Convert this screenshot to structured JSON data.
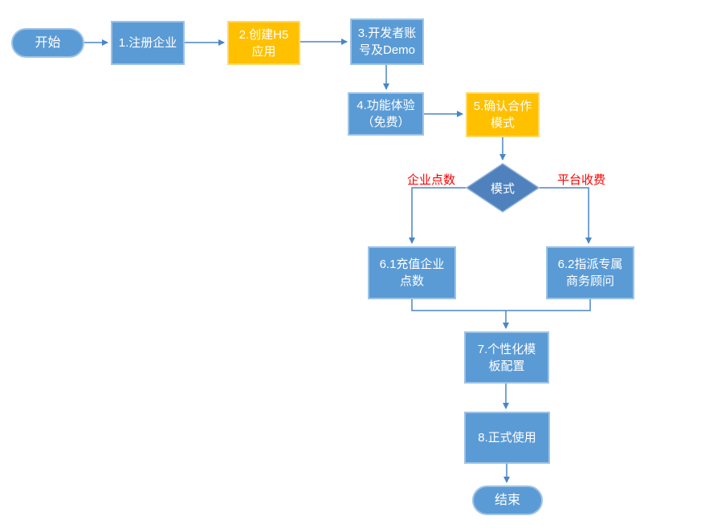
{
  "diagram": {
    "type": "flowchart",
    "nodes": {
      "start": {
        "label": "开始",
        "shape": "stadium",
        "fill": "#5B9BD5"
      },
      "step1": {
        "line1": "1.注册企业",
        "shape": "rect",
        "fill": "#5B9BD5"
      },
      "step2": {
        "line1": "2.创建H5",
        "line2": "应用",
        "shape": "rect",
        "fill": "#FFC000"
      },
      "step3": {
        "line1": "3.开发者账",
        "line2": "号及Demo",
        "shape": "rect",
        "fill": "#5B9BD5"
      },
      "step4": {
        "line1": "4.功能体验",
        "line2": "（免费）",
        "shape": "rect",
        "fill": "#5B9BD5"
      },
      "step5": {
        "line1": "5.确认合作",
        "line2": "模式",
        "shape": "rect",
        "fill": "#FFC000"
      },
      "decision": {
        "label": "模式",
        "shape": "diamond",
        "fill": "#4F81BD"
      },
      "step61": {
        "line1": "6.1充值企业",
        "line2": "点数",
        "shape": "rect",
        "fill": "#5B9BD5"
      },
      "step62": {
        "line1": "6.2指派专属",
        "line2": "商务顾问",
        "shape": "rect",
        "fill": "#5B9BD5"
      },
      "step7": {
        "line1": "7.个性化模",
        "line2": "板配置",
        "shape": "rect",
        "fill": "#5B9BD5"
      },
      "step8": {
        "line1": "8.正式使用",
        "shape": "rect",
        "fill": "#5B9BD5"
      },
      "end": {
        "label": "结束",
        "shape": "stadium",
        "fill": "#5B9BD5"
      }
    },
    "branch_labels": {
      "left": "企业点数",
      "right": "平台收费"
    },
    "edges": [
      {
        "from": "start",
        "to": "step1"
      },
      {
        "from": "step1",
        "to": "step2"
      },
      {
        "from": "step2",
        "to": "step3"
      },
      {
        "from": "step3",
        "to": "step4"
      },
      {
        "from": "step4",
        "to": "step5"
      },
      {
        "from": "step5",
        "to": "decision"
      },
      {
        "from": "decision",
        "to": "step61",
        "label": "企业点数"
      },
      {
        "from": "decision",
        "to": "step62",
        "label": "平台收费"
      },
      {
        "from": "step61",
        "to": "step7"
      },
      {
        "from": "step62",
        "to": "step7"
      },
      {
        "from": "step7",
        "to": "step8"
      },
      {
        "from": "step8",
        "to": "end"
      }
    ],
    "colors": {
      "process_fill": "#5B9BD5",
      "process_border": "#9DC3E6",
      "highlight_fill": "#FFC000",
      "highlight_border": "#FFD966",
      "decision_fill": "#4F81BD",
      "decision_border": "#8FB2DC",
      "connector": "#4A86C5",
      "branch_label_text": "#FF0000",
      "node_text": "#FFFFFF",
      "background": "#FFFFFF"
    }
  }
}
